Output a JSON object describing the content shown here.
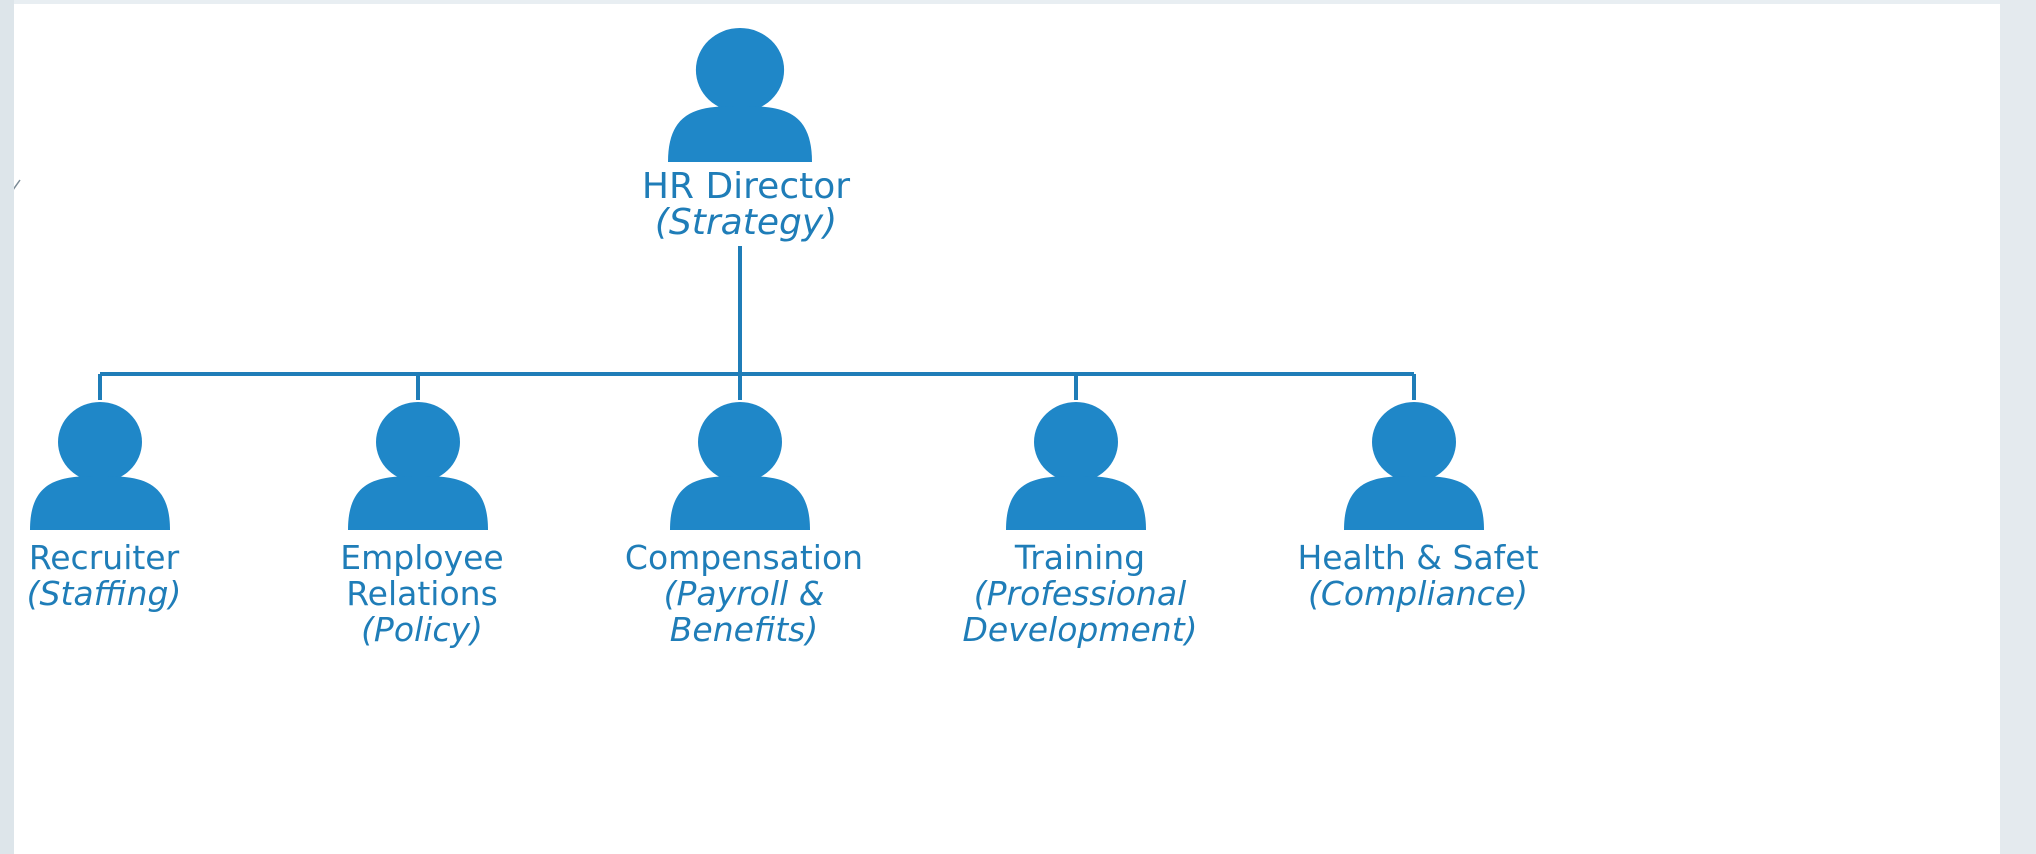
{
  "colors": {
    "accent": "#1f87c8",
    "line": "#1f7db8",
    "text": "#1f7db8",
    "panel": "#ffffff",
    "background": "#e8eef2"
  },
  "director": {
    "icon": "person-icon",
    "title": "HR Director",
    "subtitle": "(Strategy)"
  },
  "roles": [
    {
      "icon": "person-icon",
      "lines": [
        "Recruiter",
        "(Staffing)"
      ],
      "italic_from": 1
    },
    {
      "icon": "person-icon",
      "lines": [
        "Employee",
        "Relations",
        "(Policy)"
      ],
      "italic_from": 2
    },
    {
      "icon": "person-icon",
      "lines": [
        "Compensation",
        "(Payroll &",
        "Benefits)"
      ],
      "italic_from": 1
    },
    {
      "icon": "person-icon",
      "lines": [
        "Training",
        "(Professional",
        "Development)"
      ],
      "italic_from": 1
    },
    {
      "icon": "person-icon",
      "lines": [
        "Health & Safet",
        "(Compliance)"
      ],
      "italic_from": 1
    }
  ]
}
